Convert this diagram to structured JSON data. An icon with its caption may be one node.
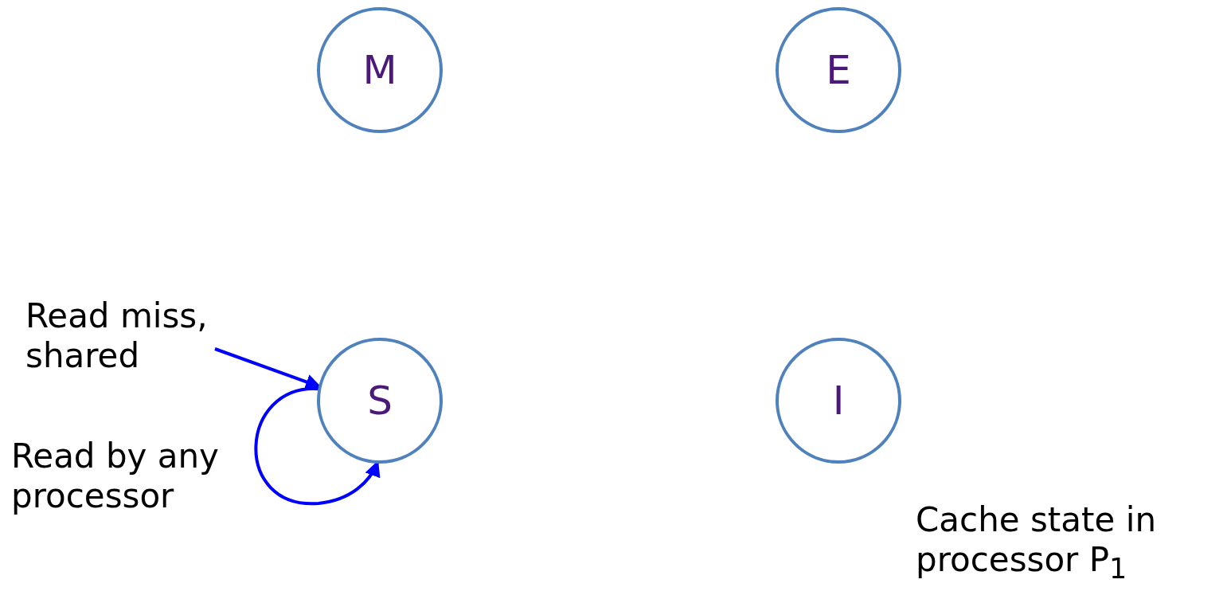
{
  "diagram": {
    "nodes": [
      {
        "text": [
          "M"
        ]
      },
      {
        "text": [
          "E"
        ]
      },
      {
        "text": [
          "S"
        ]
      },
      {
        "text": [
          "I"
        ]
      }
    ],
    "edges": [
      {
        "from": null,
        "to": 2,
        "arrow": "to",
        "label": "Read miss, shared",
        "color": "#0000ff"
      },
      {
        "from": 2,
        "to": 2,
        "arrow": "to",
        "label": "Read by any processor",
        "color": "#0000ff"
      }
    ],
    "labels": [
      "Cache state in processor P$_{1}$"
    ]
  }
}
